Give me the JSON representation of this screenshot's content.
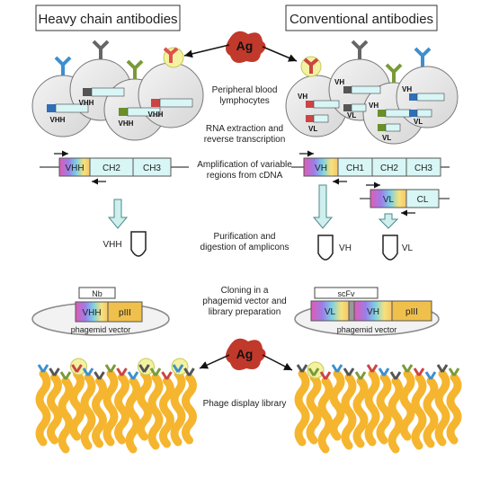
{
  "headers": {
    "left": "Heavy chain antibodies",
    "right": "Conventional antibodies"
  },
  "antigen_label": "Ag",
  "steps": [
    {
      "line1": "Peripheral blood",
      "line2": "lymphocytes"
    },
    {
      "line1": "RNA extraction and",
      "line2": "reverse transcription"
    },
    {
      "line1": "Amplification of variable",
      "line2": "regions from cDNA"
    },
    {
      "line1": "Purification and",
      "line2": "digestion of amplicons"
    },
    {
      "line1": "Cloning in a",
      "line2": "phagemid vector and",
      "line3": "library preparation"
    },
    {
      "line1": "Phage display library"
    }
  ],
  "cell_labels": {
    "vhh": "VHH",
    "vh": "VH",
    "vl": "VL"
  },
  "heavy_gene": [
    "VHH",
    "CH2",
    "CH3"
  ],
  "conv_heavy_gene": [
    "VH",
    "CH1",
    "CH2",
    "CH3"
  ],
  "conv_light_gene": [
    "VL",
    "CL"
  ],
  "tube_labels": {
    "vhh": "VHH",
    "vh": "VH",
    "vl": "VL"
  },
  "left_vector": {
    "tag": "Nb",
    "segments": [
      "VHH",
      "pIII"
    ],
    "label": "phagemid vector"
  },
  "right_vector": {
    "tag": "scFv",
    "segments": [
      "VL",
      "VH",
      "pIII"
    ],
    "label": "phagemid vector"
  },
  "colors": {
    "ag": "#c0392b",
    "gene_box": "#d8f6f6",
    "piii": "#f0c04c",
    "phage": "#f5b52e",
    "cell": "#e6e6e6"
  }
}
